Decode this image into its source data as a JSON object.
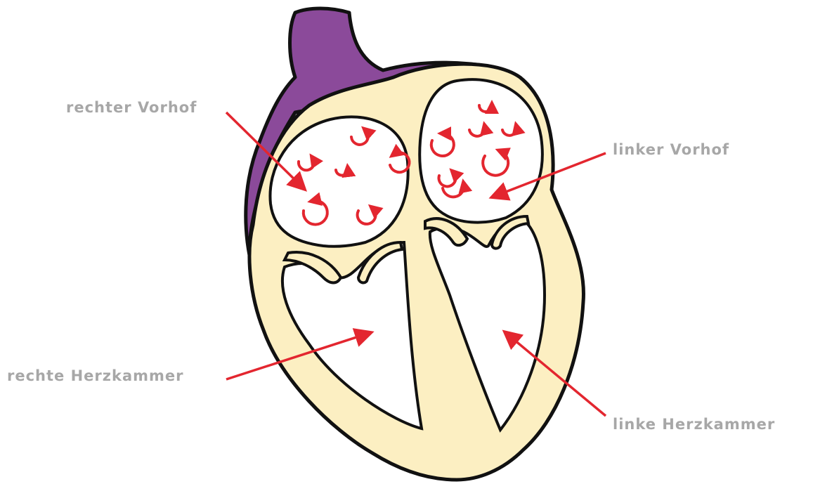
{
  "labels": {
    "right_atrium": "rechter Vorhof",
    "left_atrium": "linker Vorhof",
    "right_ventricle": "rechte Herzkammer",
    "left_ventricle": "linke Herzkammer"
  },
  "colors": {
    "wall": "#fcefc2",
    "vessel": "#8b4a9a",
    "outline": "#111111",
    "arrow": "#e3262f",
    "swirl": "#e3262f",
    "label": "#a7a7a7"
  }
}
